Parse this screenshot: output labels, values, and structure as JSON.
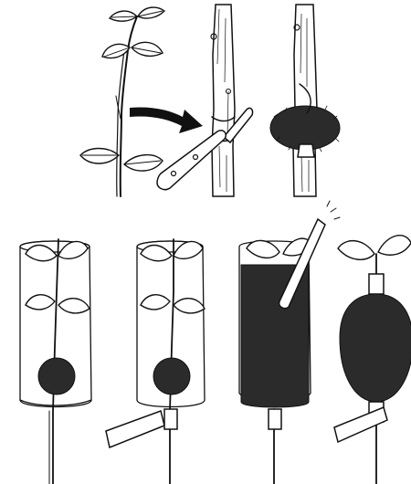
{
  "figure": {
    "background": "#ffffff",
    "ink_color": "#111111",
    "moss_color": "#2b2b2b",
    "panels": [
      "leafy-branch",
      "bark-cut-with-knife",
      "moss-wrapped-cut",
      "bottle-over-moss",
      "bottle-bottom-cut",
      "bottle-filled-with-moss",
      "wrapped-moss-ball"
    ]
  }
}
